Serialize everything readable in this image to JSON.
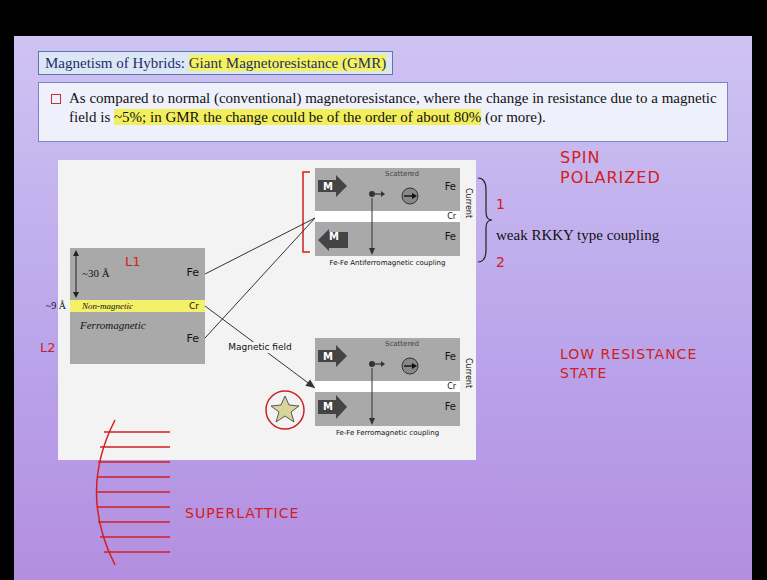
{
  "diagram": {
    "title": "Magnetism of Hybrids: Giant Magnetoresistance (GMR)",
    "nodes": [
      {
        "text": [
          "As compared to normal (conventional) magnetoresistance, where the change in resistance due to a magnetic field is ~5%; in GMR the change could be of the order of about 80% (or more)."
        ]
      },
      {
        "text": [
          "~30 Å",
          "Fe"
        ]
      },
      {
        "text": [
          "~9 Å",
          "Non-magnetic",
          "Cr"
        ]
      },
      {
        "text": [
          "Ferromagnetic",
          "Fe"
        ]
      },
      {
        "text": [
          "Fe-Fe Antiferromagnetic coupling"
        ]
      },
      {
        "text": [
          "M",
          "Scattered",
          "Fe"
        ],
        "in": 4
      },
      {
        "text": [
          "Cr"
        ],
        "in": 4
      },
      {
        "text": [
          "M",
          "Fe"
        ],
        "in": 4
      },
      {
        "text": [
          "Fe-Fe Ferromagnetic coupling"
        ]
      },
      {
        "text": [
          "M",
          "Scattered",
          "Fe"
        ],
        "in": 8
      },
      {
        "text": [
          "Cr"
        ],
        "in": 8
      },
      {
        "text": [
          "M",
          "Fe"
        ],
        "in": 8
      }
    ],
    "edges": [
      {
        "from": 1,
        "to": 4,
        "arrow": "none"
      },
      {
        "from": 3,
        "to": 4,
        "arrow": "none"
      },
      {
        "from": 2,
        "to": 8,
        "label": "Magnetic field",
        "arrow": "to"
      }
    ],
    "labels": [
      "SPIN POLARIZED",
      "1",
      "Current",
      "weak RKKY type coupling",
      "2",
      "L1",
      "L2",
      "Current",
      "LOW RESISTANCE STATE",
      "SUPERLATTICE"
    ]
  }
}
